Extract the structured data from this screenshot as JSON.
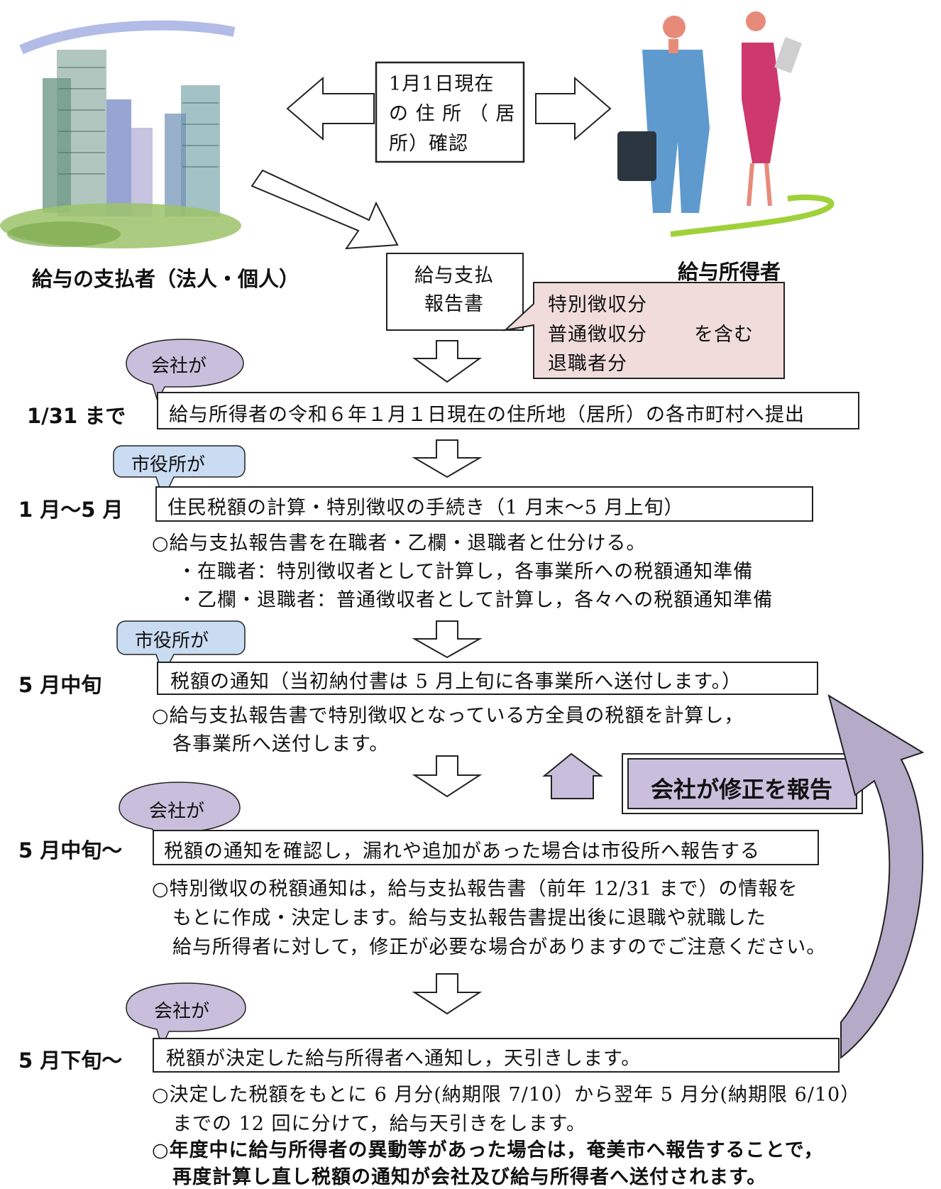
{
  "top": {
    "center_box": [
      "1月1日現在",
      "の 住 所 （ 居",
      "所）確認"
    ],
    "payer_caption": "給与の支払者（法人・個人）",
    "earner_caption": "給与所得者"
  },
  "report": {
    "box": [
      "給与支払",
      "報告書"
    ],
    "note": [
      "特別徴収分",
      "普通徴収分",
      "退職者分"
    ],
    "note_suffix": "を含む"
  },
  "steps": [
    {
      "label": "1/31 まで",
      "tag": "会社が",
      "box": "給与所得者の令和６年１月１日現在の住所地（居所）の各市町村へ提出"
    },
    {
      "label": "1 月〜5 月",
      "tag": "市役所が",
      "box": "住民税額の計算・特別徴収の手続き（1 月末〜5 月上旬）",
      "lines": [
        "○給与支払報告書を在職者・乙欄・退職者と仕分ける。",
        "・在職者：特別徴収者として計算し，各事業所への税額通知準備",
        "・乙欄・退職者：普通徴収者として計算し，各々への税額通知準備"
      ]
    },
    {
      "label": "5 月中旬",
      "tag": "市役所が",
      "box": "税額の通知（当初納付書は 5 月上旬に各事業所へ送付します。）",
      "lines": [
        "○給与支払報告書で特別徴収となっている方全員の税額を計算し，",
        "各事業所へ送付します。"
      ]
    },
    {
      "label": "5 月中旬〜",
      "tag": "会社が",
      "box": "税額の通知を確認し，漏れや追加があった場合は市役所へ報告する",
      "lines": [
        "○特別徴収の税額通知は，給与支払報告書（前年 12/31 まで）の情報を",
        "もとに作成・決定します。給与支払報告書提出後に退職や就職した",
        "給与所得者に対して，修正が必要な場合がありますのでご注意ください。"
      ]
    },
    {
      "label": "5 月下旬〜",
      "tag": "会社が",
      "box": "税額が決定した給与所得者へ通知し，天引きします。",
      "lines": [
        "○決定した税額をもとに 6 月分(納期限 7/10）から翌年 5 月分(納期限 6/10）",
        "までの 12 回に分けて，給与天引きをします。"
      ],
      "bold_lines": [
        "○年度中に給与所得者の異動等があった場合は，奄美市へ報告することで，",
        "再度計算し直し税額の通知が会社及び給与所得者へ送付されます。"
      ]
    }
  ],
  "correction_label": "会社が修正を報告",
  "colors": {
    "bubble_purple": "#c9bfdc",
    "bubble_blue": "#c9dcf2",
    "note_pink": "#f1dcdc",
    "loop_arrow": "#b5aac8"
  }
}
